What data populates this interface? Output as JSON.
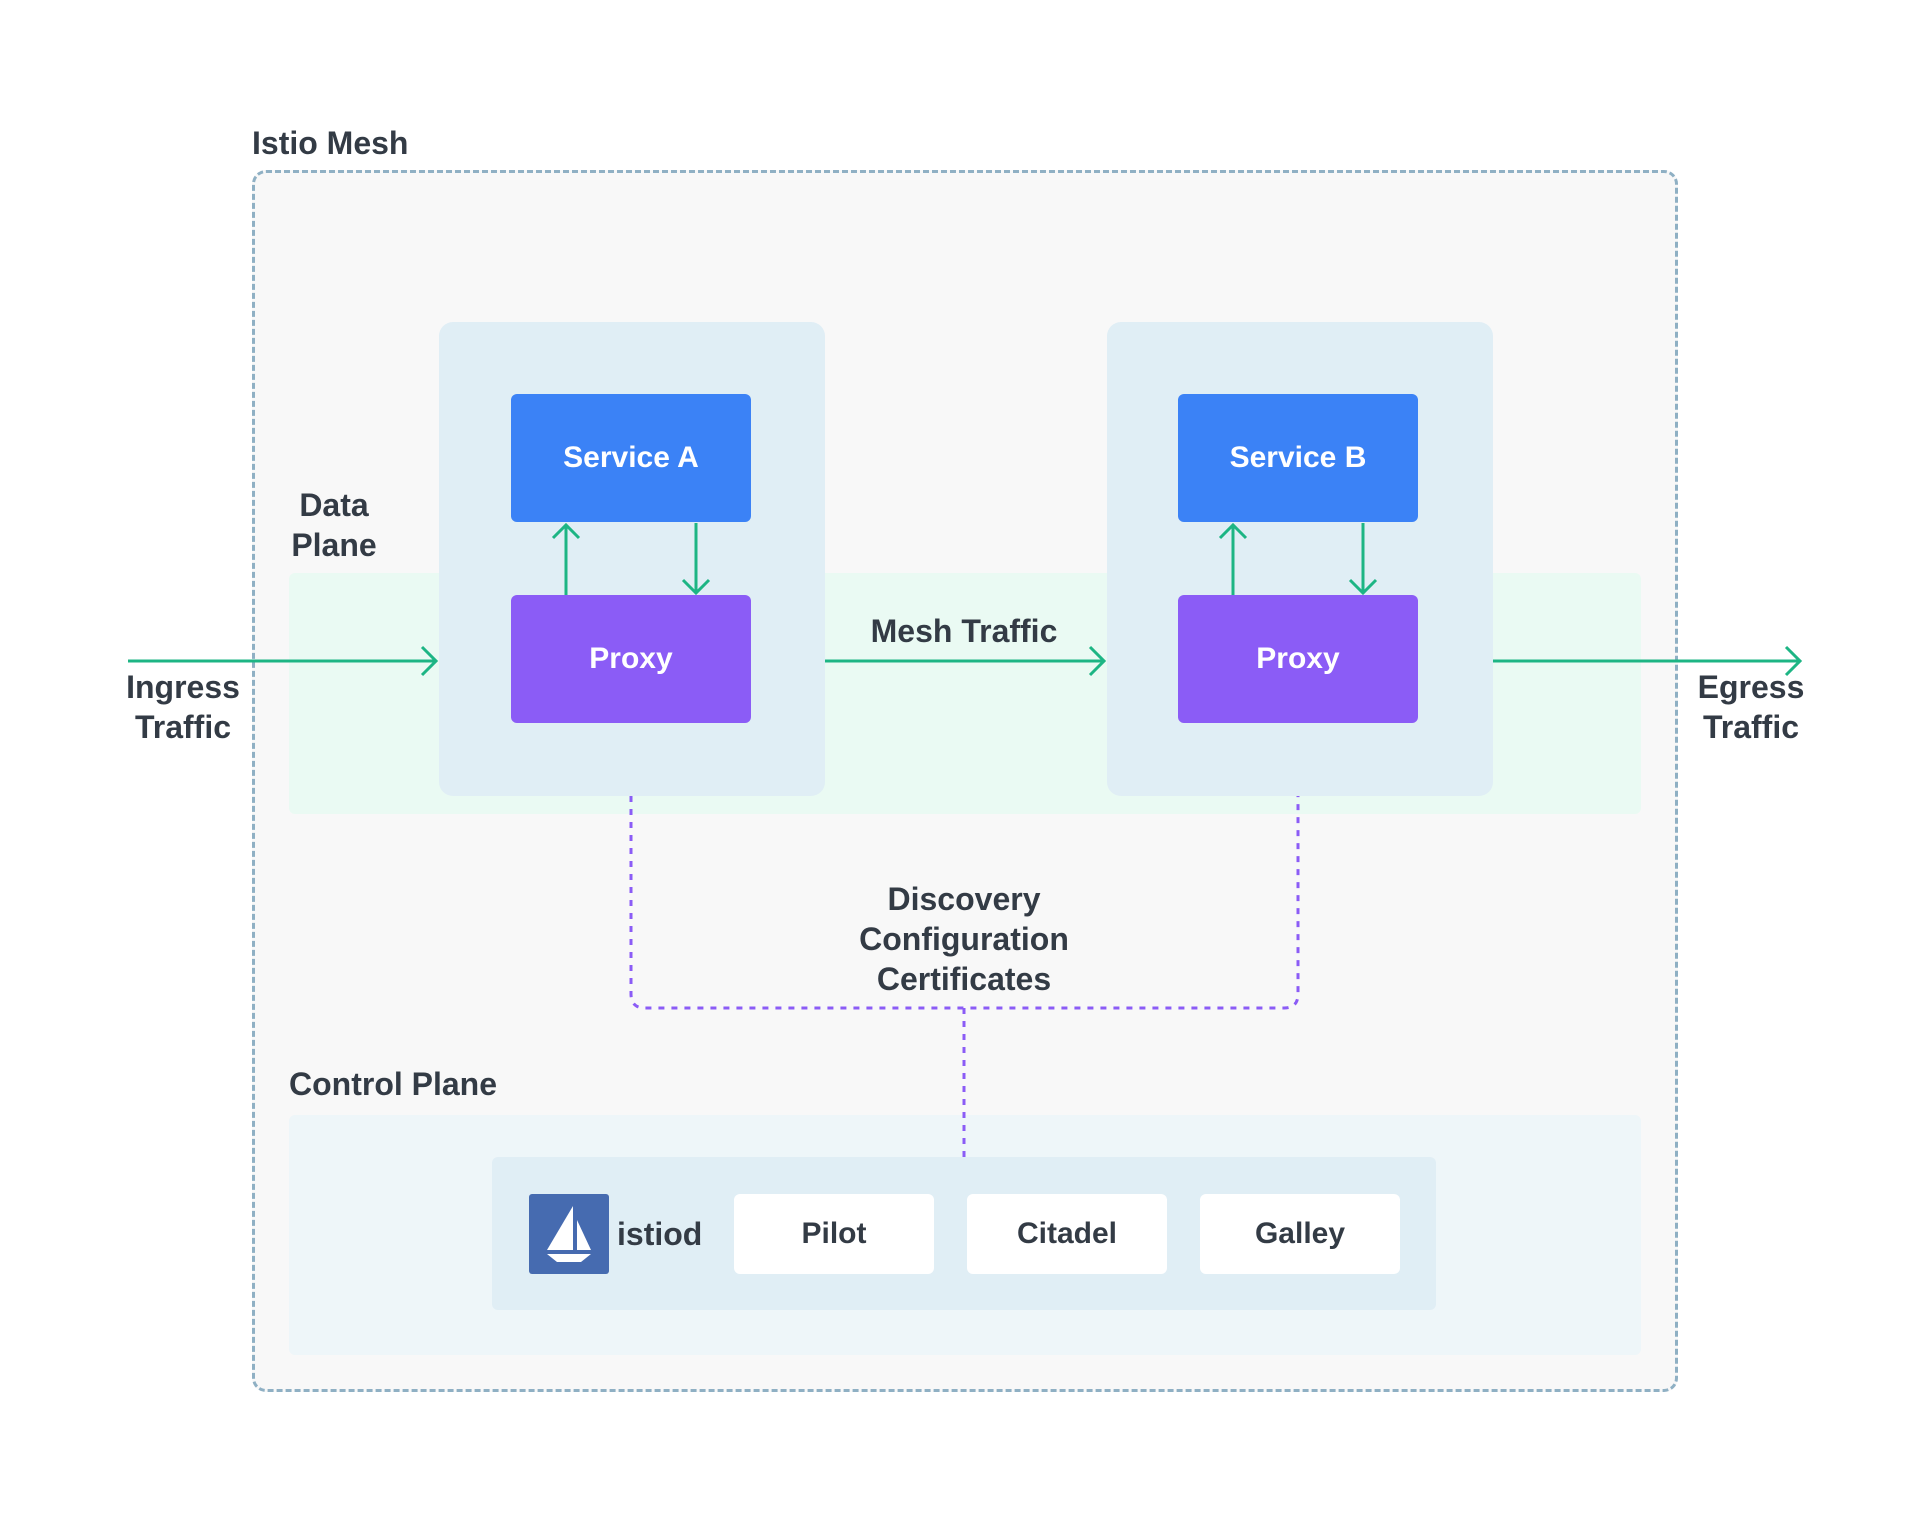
{
  "mesh": {
    "title": "Istio Mesh"
  },
  "data_plane": {
    "label_line1": "Data",
    "label_line2": "Plane",
    "service_a": "Service A",
    "service_b": "Service B",
    "proxy_a": "Proxy",
    "proxy_b": "Proxy",
    "mesh_traffic": "Mesh Traffic"
  },
  "ingress": {
    "line1": "Ingress",
    "line2": "Traffic"
  },
  "egress": {
    "line1": "Egress",
    "line2": "Traffic"
  },
  "control_link": {
    "line1": "Discovery",
    "line2": "Configuration",
    "line3": "Certificates"
  },
  "control_plane": {
    "label": "Control Plane",
    "istiod": "istiod",
    "components": [
      "Pilot",
      "Citadel",
      "Galley"
    ]
  },
  "colors": {
    "service": "#3b82f6",
    "proxy": "#8b5cf6",
    "traffic_arrow": "#1db584",
    "control_link": "#8b5cf6",
    "mesh_border": "#8fb0c4",
    "istio_logo": "#466bb0"
  }
}
